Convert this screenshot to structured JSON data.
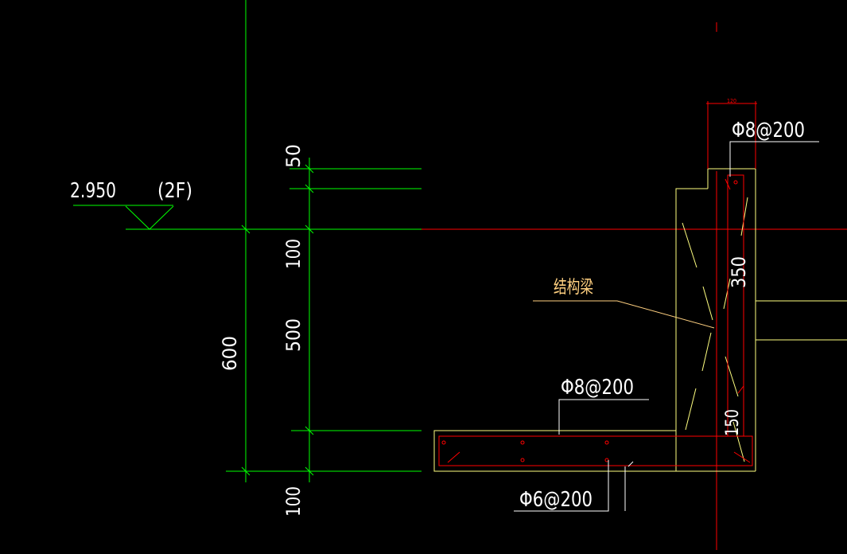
{
  "elevation": {
    "value": "2.950",
    "floor": "(2F)"
  },
  "dimensions": {
    "d50": "50",
    "d100": "100",
    "d500": "500",
    "d600": "600",
    "d100b": "100",
    "d350": "350",
    "d150": "150",
    "d120": "120"
  },
  "labels": {
    "top_rebar": "Φ8@200",
    "mid_rebar": "Φ8@200",
    "bot_rebar": "Φ6@200",
    "beam": "结构梁"
  },
  "colors": {
    "green": "#00ff00",
    "red": "#ff0000",
    "yellow": "#ffff80",
    "white": "#ffffff",
    "tan": "#ffd080",
    "background": "#000000"
  }
}
